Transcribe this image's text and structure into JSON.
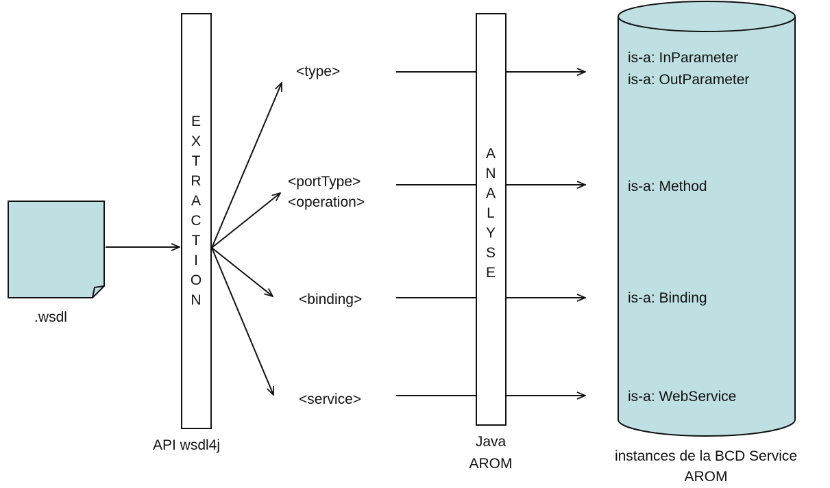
{
  "source_file": {
    "label": ".wsdl",
    "fill": "#bfe0e3"
  },
  "extraction": {
    "letters": [
      "E",
      "X",
      "T",
      "R",
      "A",
      "C",
      "T",
      "I",
      "O",
      "N"
    ],
    "caption": "API wsdl4j"
  },
  "analyse": {
    "letters": [
      "A",
      "N",
      "A",
      "L",
      "Y",
      "S",
      "E"
    ],
    "caption_line1": "Java",
    "caption_line2": "AROM"
  },
  "elements": {
    "type": "<type>",
    "port_type": "<portType>",
    "operation": "<operation>",
    "binding": "<binding>",
    "service": "<service>"
  },
  "database": {
    "fill": "#bfe0e3",
    "caption_line1": "instances de la BCD Service",
    "caption_line2": "AROM",
    "entries": {
      "in_parameter": "is-a: InParameter",
      "out_parameter": "is-a: OutParameter",
      "method": "is-a: Method",
      "binding": "is-a: Binding",
      "web_service": "is-a: WebService"
    }
  }
}
